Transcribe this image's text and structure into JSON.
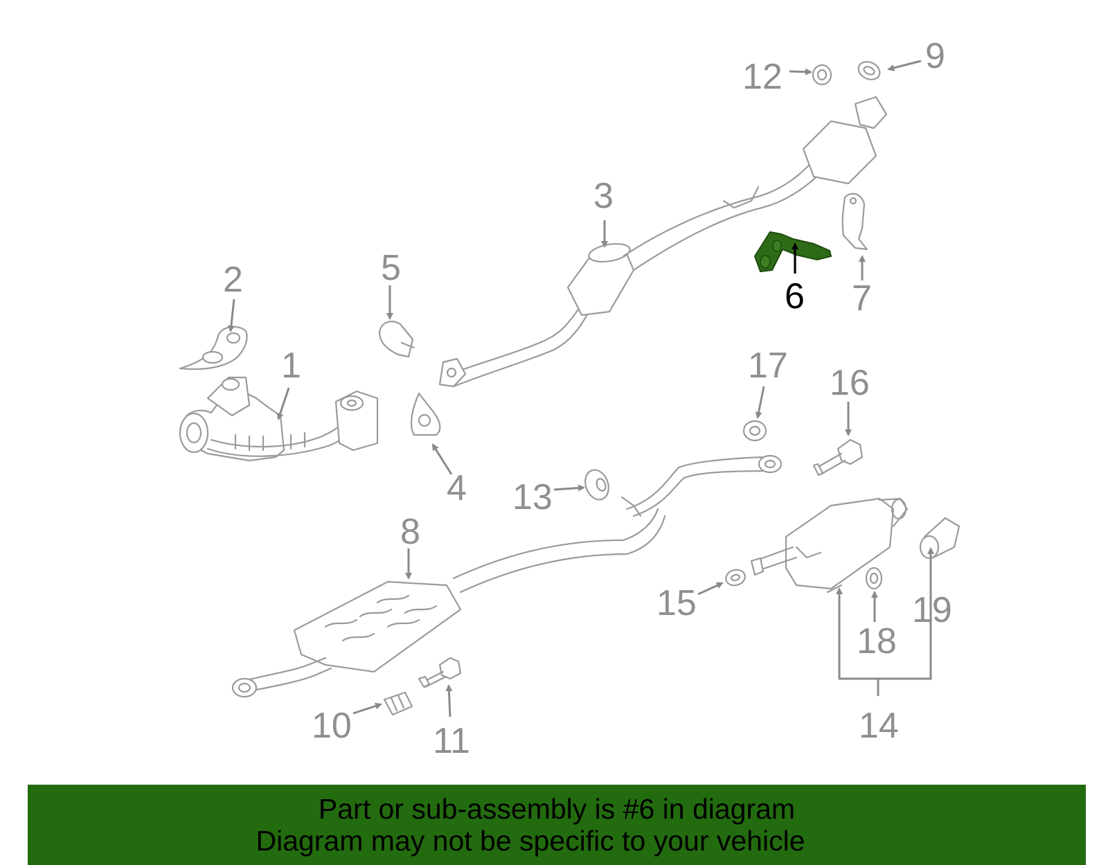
{
  "diagram": {
    "highlight_color": "#2f6b17",
    "highlighted_callout": "6",
    "callouts": [
      "1",
      "2",
      "3",
      "4",
      "5",
      "6",
      "7",
      "8",
      "9",
      "10",
      "11",
      "12",
      "13",
      "14",
      "15",
      "16",
      "17",
      "18",
      "19"
    ]
  },
  "banner": {
    "color": "#236b0f",
    "line1": "Part or sub-assembly is #6 in diagram",
    "line2": "Diagram may not be specific to your vehicle"
  }
}
